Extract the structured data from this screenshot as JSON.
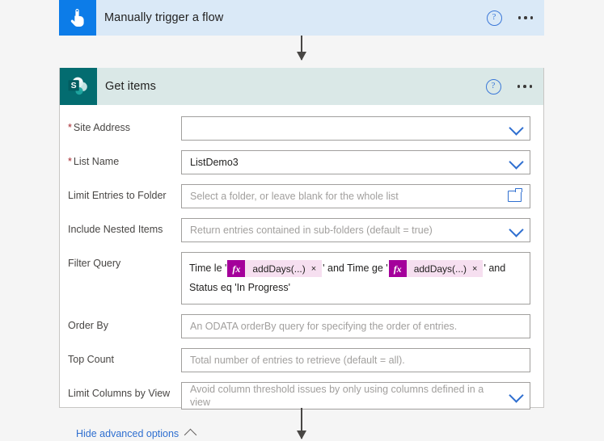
{
  "trigger_card": {
    "title": "Manually trigger a flow",
    "icon": "tap-hand-icon",
    "icon_color": "#0c7ce8",
    "header_color": "#dae9f7",
    "help_glyph": "?",
    "menu_glyph": "more-menu-icon"
  },
  "action_card": {
    "title": "Get items",
    "icon": "sharepoint-icon",
    "icon_color": "#036c70",
    "header_color": "#dae8e7",
    "help_glyph": "?",
    "menu_glyph": "more-menu-icon",
    "fields": [
      {
        "label": "Site Address",
        "required": true,
        "value": "",
        "placeholder": "",
        "affix": "chevron-down-icon"
      },
      {
        "label": "List Name",
        "required": true,
        "value": "ListDemo3",
        "placeholder": "",
        "affix": "chevron-down-icon"
      },
      {
        "label": "Limit Entries to Folder",
        "required": false,
        "value": "",
        "placeholder": "Select a folder, or leave blank for the whole list",
        "affix": "folder-icon"
      },
      {
        "label": "Include Nested Items",
        "required": false,
        "value": "",
        "placeholder": "Return entries contained in sub-folders (default = true)",
        "affix": "chevron-down-icon"
      },
      {
        "label": "Order By",
        "required": false,
        "value": "",
        "placeholder": "An ODATA orderBy query for specifying the order of entries.",
        "affix": "none"
      },
      {
        "label": "Top Count",
        "required": false,
        "value": "",
        "placeholder": "Total number of entries to retrieve (default = all).",
        "affix": "none"
      },
      {
        "label": "Limit Columns by View",
        "required": false,
        "value": "",
        "placeholder": "Avoid column threshold issues by only using columns defined in a view",
        "affix": "chevron-down-icon"
      }
    ],
    "filter_query": {
      "label": "Filter Query",
      "segments_line1": {
        "text_before_token1": "Time le '",
        "token1": {
          "fx": "fx",
          "text": "addDays(...)",
          "remove": "×"
        },
        "text_between": "' and Time ge '",
        "token2": {
          "fx": "fx",
          "text": "addDays(...)",
          "remove": "×"
        },
        "text_after": "' and"
      },
      "line2": "Status eq 'In Progress'"
    },
    "advanced_toggle": {
      "label": "Hide advanced options",
      "icon": "chevron-up-icon"
    }
  },
  "connectors": {
    "arrow_top": "down-arrow-icon",
    "arrow_bottom": "down-arrow-icon"
  },
  "colors": {
    "canvas": "#f5f5f5",
    "trigger_blue": "#0c7ce8",
    "sharepoint_teal": "#036c70",
    "link_blue": "#2f6fd0",
    "required_red": "#a4262c",
    "token_magenta": "#a4009b",
    "token_pink": "#f6dff0"
  }
}
